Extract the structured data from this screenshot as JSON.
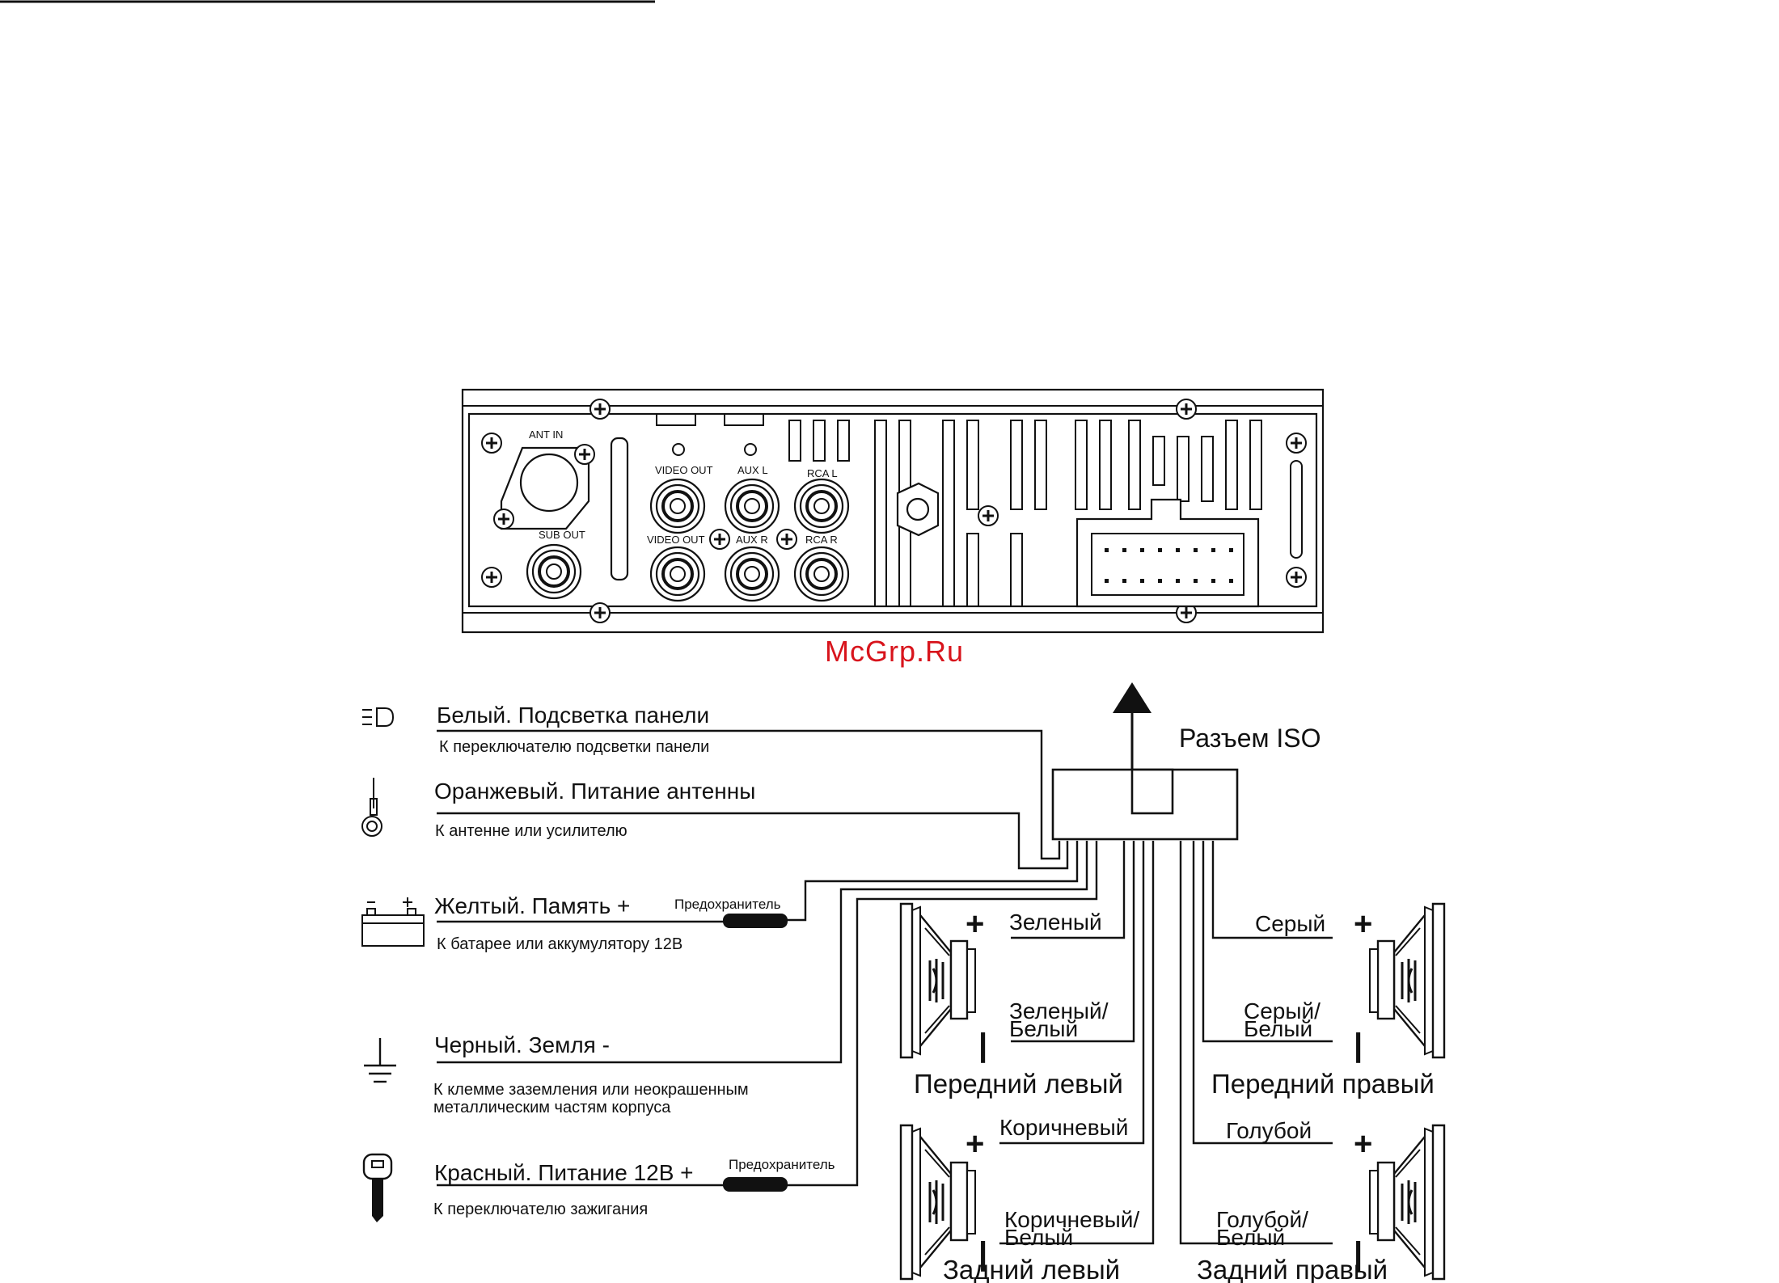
{
  "watermark": "McGrp.Ru",
  "connector_title": "Разъем ISO",
  "head_unit": {
    "ant_in": "ANT IN",
    "sub_out": "SUB OUT",
    "video_out_top": "VIDEO OUT",
    "video_out_bottom": "VIDEO OUT",
    "aux_l": "AUX L",
    "aux_r": "AUX R",
    "rca_l": "RCA L",
    "rca_r": "RCA R"
  },
  "wires": [
    {
      "label": "Белый. Подсветка панели",
      "note": "К переключателю подсветки панели",
      "icon": "panel-light-icon"
    },
    {
      "label": "Оранжевый. Питание антенны",
      "note": "К антенне или усилителю",
      "icon": "antenna-icon"
    },
    {
      "label": "Желтый. Память +",
      "note": "К батарее или аккумулятору 12В",
      "fuse": "Предохранитель",
      "icon": "battery-icon"
    },
    {
      "label": "Черный. Земля -",
      "note_line1": "К клемме заземления или неокрашенным",
      "note_line2": "металлическим частям корпуса",
      "icon": "ground-icon"
    },
    {
      "label": "Красный. Питание 12В +",
      "note": "К переключателю зажигания",
      "fuse": "Предохранитель",
      "icon": "ignition-key-icon"
    }
  ],
  "speakers": {
    "front_left": {
      "name": "Передний левый",
      "plus": "Зеленый",
      "minus_line1": "Зеленый/",
      "minus_line2": "Белый"
    },
    "front_right": {
      "name": "Передний правый",
      "plus": "Серый",
      "minus_line1": "Серый/",
      "minus_line2": "Белый"
    },
    "rear_left": {
      "name": "Задний левый",
      "plus": "Коричневый",
      "minus_line1": "Коричневый/",
      "minus_line2": "Белый"
    },
    "rear_right": {
      "name": "Задний правый",
      "plus": "Голубой",
      "minus_line1": "Голубой/",
      "minus_line2": "Белый"
    }
  },
  "polarity": {
    "plus": "+",
    "minus": "|"
  }
}
